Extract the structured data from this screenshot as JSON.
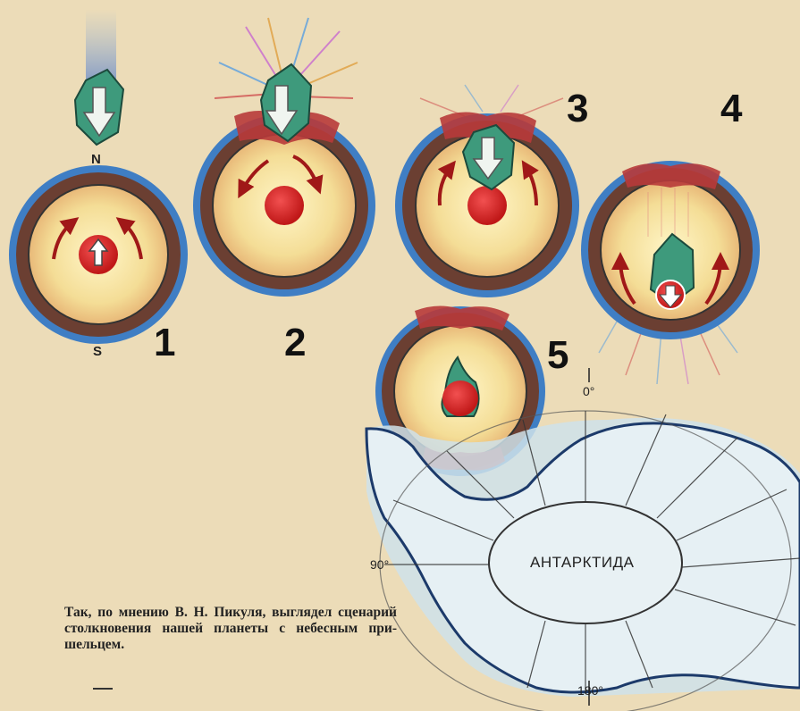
{
  "stages": [
    {
      "number": "1"
    },
    {
      "number": "2"
    },
    {
      "number": "3"
    },
    {
      "number": "4"
    },
    {
      "number": "5"
    }
  ],
  "poles": {
    "north": "N",
    "south": "S"
  },
  "map": {
    "continent_label": "АНТАРКТИДА",
    "degrees": {
      "top": "0°",
      "left": "90°",
      "bottom": "180°"
    }
  },
  "caption": "Так, по мнению В. Н. Пикуля, выглядел сценарий столкновения нашей планеты с небесным при-шельцем.",
  "colors": {
    "paper": "#ecdcb8",
    "ocean_ring": "#3f7ec4",
    "crust": "#6b3f32",
    "mantle": "#f2dc9a",
    "core": "#d62828",
    "meteor": "#3e9a7c",
    "arrow": "#a01818",
    "ice": "#9fc4d8"
  }
}
